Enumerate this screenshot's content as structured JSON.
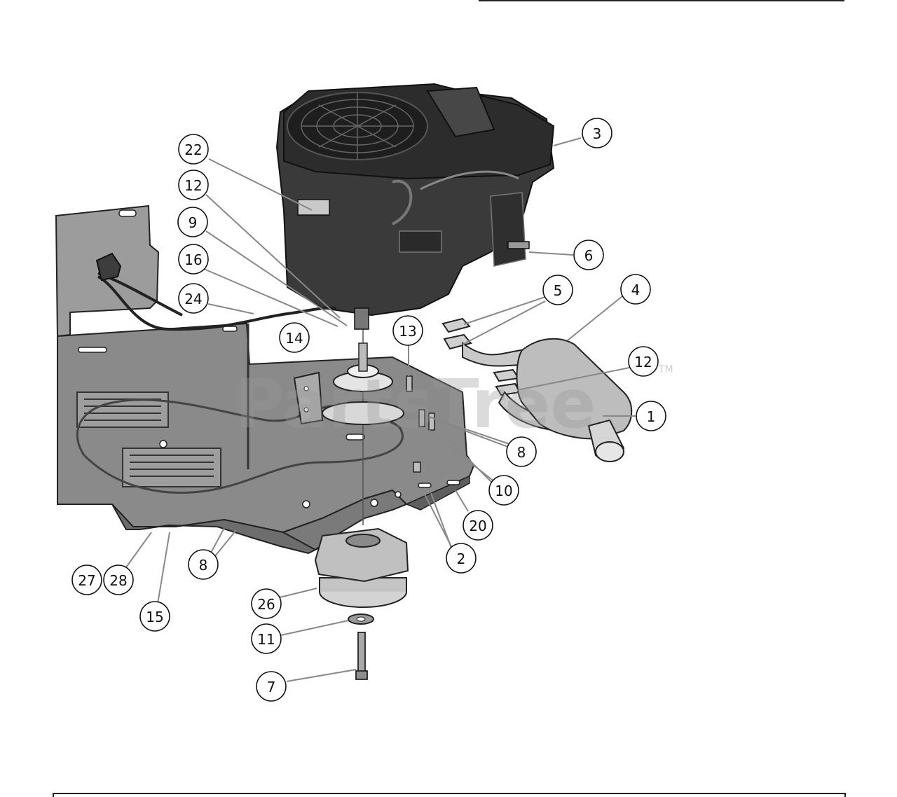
{
  "watermark": "PartsTree",
  "watermark_tm": "TM",
  "callouts": [
    {
      "id": "c1",
      "label": "1"
    },
    {
      "id": "c2",
      "label": "2"
    },
    {
      "id": "c3",
      "label": "3"
    },
    {
      "id": "c4",
      "label": "4"
    },
    {
      "id": "c5",
      "label": "5"
    },
    {
      "id": "c6",
      "label": "6"
    },
    {
      "id": "c7",
      "label": "7"
    },
    {
      "id": "c8a",
      "label": "8"
    },
    {
      "id": "c8b",
      "label": "8"
    },
    {
      "id": "c9",
      "label": "9"
    },
    {
      "id": "c10",
      "label": "10"
    },
    {
      "id": "c11",
      "label": "11"
    },
    {
      "id": "c12a",
      "label": "12"
    },
    {
      "id": "c12b",
      "label": "12"
    },
    {
      "id": "c13",
      "label": "13"
    },
    {
      "id": "c14",
      "label": "14"
    },
    {
      "id": "c15",
      "label": "15"
    },
    {
      "id": "c16",
      "label": "16"
    },
    {
      "id": "c20",
      "label": "20"
    },
    {
      "id": "c22",
      "label": "22"
    },
    {
      "id": "c24",
      "label": "24"
    },
    {
      "id": "c26",
      "label": "26"
    },
    {
      "id": "c27",
      "label": "27"
    },
    {
      "id": "c28",
      "label": "28"
    }
  ]
}
